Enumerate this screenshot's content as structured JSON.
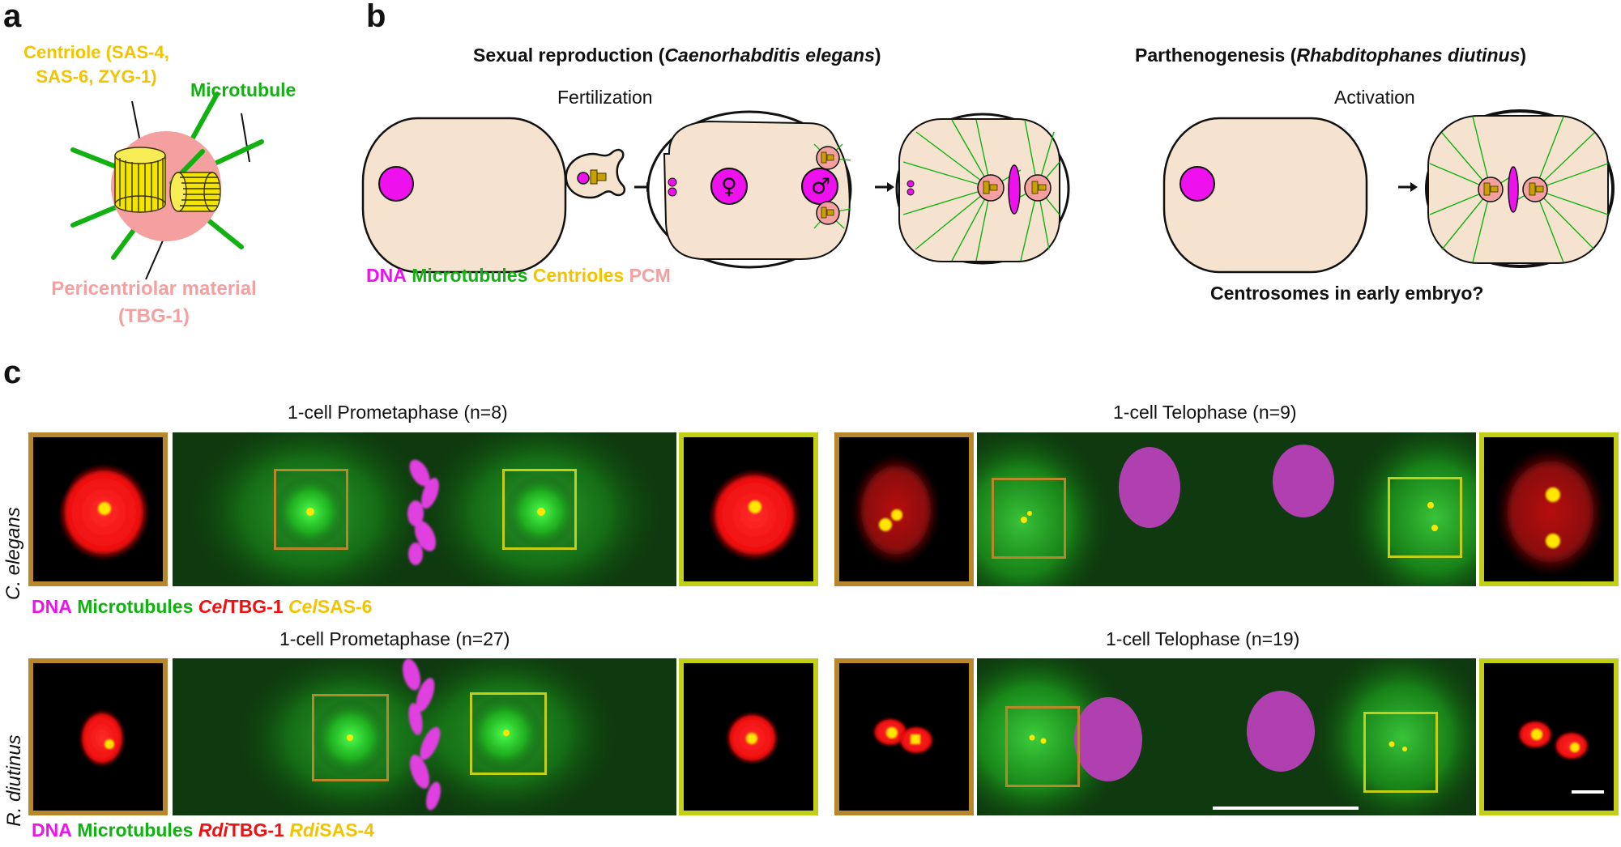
{
  "panel_a": {
    "letter": "a",
    "centriole_label": [
      "Centriole (SAS-4,",
      "SAS-6, ZYG-1)"
    ],
    "microtubule_label": "Microtubule",
    "pcm_label": [
      "Pericentriolar material",
      "(TBG-1)"
    ]
  },
  "panel_b": {
    "letter": "b",
    "sexual_title_pre": "Sexual reproduction (",
    "sexual_title_species": "Caenorhabditis elegans",
    "sexual_title_post": ")",
    "parth_title_pre": "Parthenogenesis (",
    "parth_title_species": "Rhabditophanes diutinus",
    "parth_title_post": ")",
    "fertilization_label": "Fertilization",
    "activation_label": "Activation",
    "female_symbol": "♀",
    "male_symbol": "♂",
    "legend": {
      "dna": "DNA",
      "microtubules": "Microtubules",
      "centrioles": "Centrioles",
      "pcm": "PCM"
    },
    "question": "Centrosomes in early embryo?"
  },
  "panel_c": {
    "letter": "c",
    "row1": {
      "species": "C. elegans",
      "prometaphase_label": "1-cell Prometaphase (n=8)",
      "telophase_label": "1-cell Telophase (n=9)",
      "legend": {
        "dna": "DNA",
        "microtubules": "Microtubules",
        "tbg_prefix": "Cel",
        "tbg": "TBG-1",
        "sas_prefix": "Cel",
        "sas": "SAS-6"
      }
    },
    "row2": {
      "species": "R. diutinus",
      "prometaphase_label": "1-cell Prometaphase (n=27)",
      "telophase_label": "1-cell Telophase (n=19)",
      "legend": {
        "dna": "DNA",
        "microtubules": "Microtubules",
        "tbg_prefix": "Rdi",
        "tbg": "TBG-1",
        "sas_prefix": "Rdi",
        "sas": "SAS-4"
      }
    }
  },
  "colors": {
    "dna": "#ee11ee",
    "microtubule": "#11b111",
    "centriole": "#f2c400",
    "pcm": "#f4a0a0",
    "cytoplasm": "#f5e3cf",
    "tbg": "#ee1111",
    "inset_left_border": "#b8862b",
    "inset_right_border": "#c2cf17"
  }
}
